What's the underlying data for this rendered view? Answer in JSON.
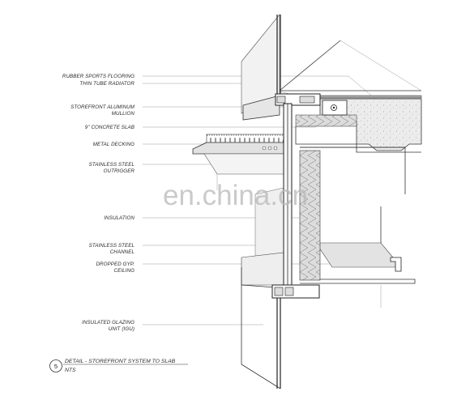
{
  "labels": [
    {
      "id": "rubber-sports-flooring",
      "text": "RUBBER SPORTS FLOORING"
    },
    {
      "id": "thin-tube-radiator",
      "text": "THIN TUBE RADIATOR"
    },
    {
      "id": "storefront-aluminum-mullion-1",
      "text": "STOREFRONT ALUMINUM"
    },
    {
      "id": "storefront-aluminum-mullion-2",
      "text": "MULLION"
    },
    {
      "id": "concrete-slab",
      "text": "9\" CONCRETE SLAB"
    },
    {
      "id": "metal-decking",
      "text": "METAL DECKING"
    },
    {
      "id": "stainless-steel-outrigger-1",
      "text": "STAINLESS STEEL"
    },
    {
      "id": "stainless-steel-outrigger-2",
      "text": "OUTRIGGER"
    },
    {
      "id": "insulation",
      "text": "INSULATION"
    },
    {
      "id": "stainless-steel-channel-1",
      "text": "STAINLESS STEEL"
    },
    {
      "id": "stainless-steel-channel-2",
      "text": "CHANNEL"
    },
    {
      "id": "dropped-gyp-ceiling-1",
      "text": "DROPPED GYP."
    },
    {
      "id": "dropped-gyp-ceiling-2",
      "text": "CEILING"
    },
    {
      "id": "insulated-glazing-unit-1",
      "text": "INSULATED GLAZING"
    },
    {
      "id": "insulated-glazing-unit-2",
      "text": "UNIT (IGU)"
    }
  ],
  "title_block": {
    "number": "5",
    "title": "DETAIL - STOREFRONT SYSTEM TO SLAB",
    "scale": "NTS"
  },
  "watermark": "en.china.cn",
  "colors": {
    "line": "#333333",
    "leader": "#9a9a9a",
    "concrete": "#e9e9e9",
    "shade": "#d6d6d6",
    "insulation": "#c8c8c8"
  }
}
